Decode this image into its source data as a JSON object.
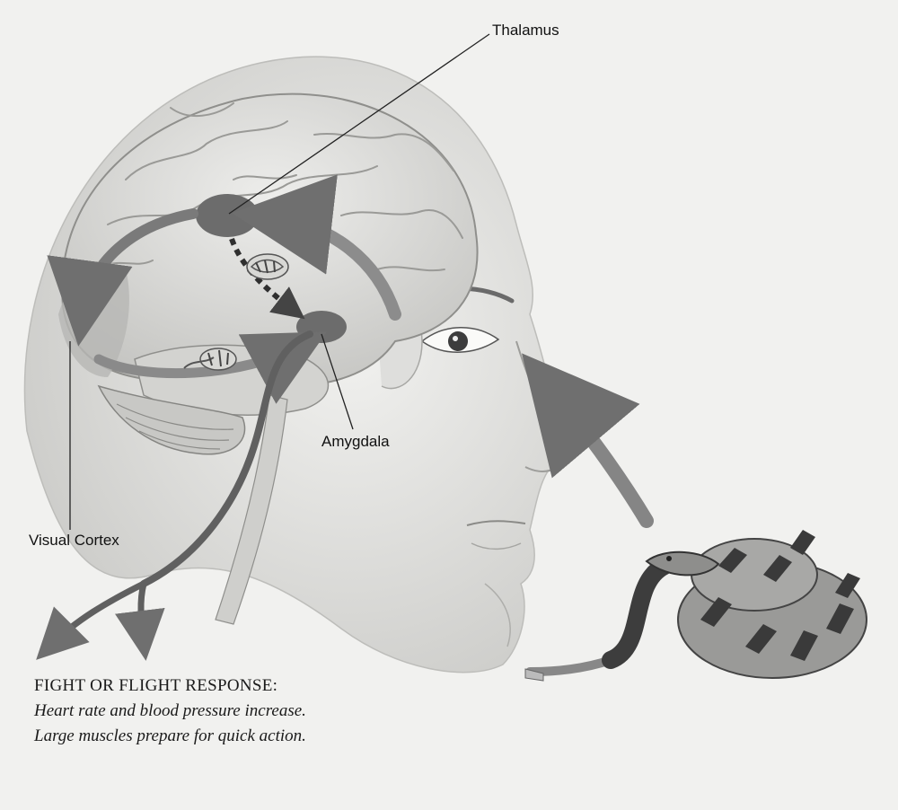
{
  "labels": {
    "thalamus": "Thalamus",
    "amygdala": "Amygdala",
    "visual_cortex": "Visual Cortex"
  },
  "caption": {
    "heading": "FIGHT OR FLIGHT RESPONSE:",
    "body": "Heart rate and blood pressure increase. Large muscles prepare for quick action."
  },
  "colors": {
    "background": "#f1f1ef",
    "brain_fill": "#e3e3e1",
    "region_fill": "#6e6e6e",
    "arrow": "#777777",
    "snake_dark": "#3a3a3a",
    "snake_light": "#9a9a98"
  }
}
